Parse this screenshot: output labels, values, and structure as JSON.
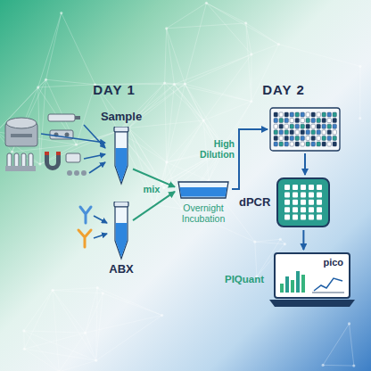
{
  "diagram": {
    "nodes": [
      {
        "text": [
          "Sample"
        ]
      },
      {
        "text": [
          "ABX"
        ]
      },
      {
        "text": [
          "Overnight Incubation"
        ]
      },
      {
        "text": []
      },
      {
        "text": [
          "dPCR"
        ]
      },
      {
        "text": [
          "PIQuant",
          "pico"
        ]
      }
    ],
    "edges": [
      {
        "from": 0,
        "to": 2,
        "arrow": "to"
      },
      {
        "from": 1,
        "to": 2,
        "arrow": "to"
      },
      {
        "from": 2,
        "to": 3,
        "arrow": "to",
        "label": "High Dilution"
      },
      {
        "from": 3,
        "to": 4,
        "arrow": "to"
      },
      {
        "from": 4,
        "to": 5,
        "arrow": "to"
      }
    ],
    "labels": [
      "DAY 1",
      "DAY 2",
      "mix"
    ]
  }
}
